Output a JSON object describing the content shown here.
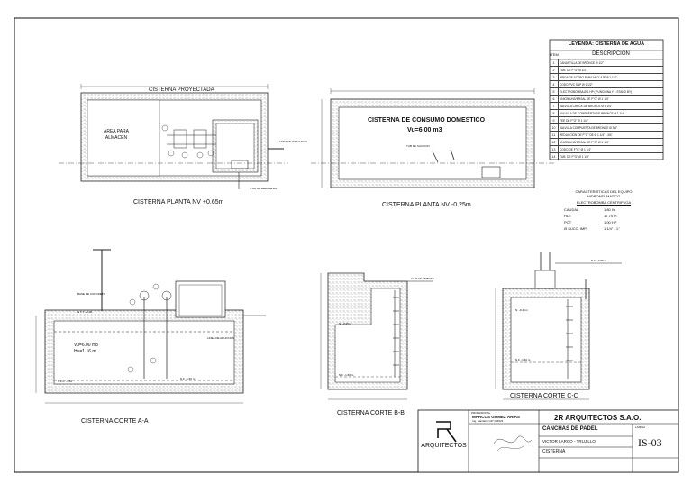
{
  "drawings": {
    "plan_a": {
      "title": "CISTERNA PLANTA NV +0.65m",
      "heading": "CISTERNA PROYECTADA",
      "area_label": "AREA PARA ALMACEN"
    },
    "plan_b": {
      "title": "CISTERNA PLANTA NV -0.25m",
      "heading": "CISTERNA DE CONSUMO DOMESTICO",
      "volume": "Vu=6.00 m3",
      "note": "TUB DE SUCCION"
    },
    "section_aa": {
      "title": "CISTERNA CORTE A-A",
      "volume": "Vu=6.00 m3",
      "height": "Hu=1.16 m"
    },
    "section_bb": {
      "title": "CISTERNA CORTE B-B"
    },
    "section_cc": {
      "title": "CISTERNA CORTE C-C"
    }
  },
  "legend": {
    "title": "LEYENDA: CISTERNA DE AGUA",
    "col_item": "ITEM",
    "col_desc": "DESCRIPCION",
    "items": [
      {
        "n": "1",
        "d": "CANASTILLA DE BRONCE Ø 1/2\""
      },
      {
        "n": "2",
        "d": "TUB. DE F°G° Ø 1/2\""
      },
      {
        "n": "3",
        "d": "BRIDA DE ACERO PARA ANCLAJE Ø 1 1/2\""
      },
      {
        "n": "4",
        "d": "CODO PVC SAP Ø 1 1/2\""
      },
      {
        "n": "5",
        "d": "ELECTROBOMBA Ø 1 HP ( FUNCIONA Y 1 STAND BY)"
      },
      {
        "n": "6",
        "d": "UNION UNIVERSAL DE F°G° Ø 1 1/4\""
      },
      {
        "n": "7",
        "d": "VALVULA CHECK DE BRONCE Ø 1 1/4\""
      },
      {
        "n": "8",
        "d": "VALVULA DE COMPUERTA DE BRONCE Ø 1 1/4\""
      },
      {
        "n": "9",
        "d": "TEE DE F°G° Ø 1 1/4\""
      },
      {
        "n": "10",
        "d": "VALVULA COMPUERTA DE BRONCE Ø 3/4\""
      },
      {
        "n": "11",
        "d": "REDUCCION DE F°G° DE Ø 1 1/4\" - 3/4\""
      },
      {
        "n": "12",
        "d": "UNION UNIVERSAL DE F°G° Ø 1 1/4\""
      },
      {
        "n": "13",
        "d": "CODO DE F°G° Ø 1 1/4\""
      },
      {
        "n": "14",
        "d": "TUB. DE F°G° Ø 1 1/4\""
      }
    ]
  },
  "pump_specs": {
    "title": "CARACTERISTICAS DEL EQUIPO HIDRONEUMATICO",
    "subtitle": "ELECTROBOMBA CENTRIFUGA",
    "rows": [
      {
        "k": "CAUDAL",
        "v": "1.80 l/s"
      },
      {
        "k": "HDT",
        "v": "17.74 m"
      },
      {
        "k": "POT",
        "v": "1.00 HP"
      },
      {
        "k": "Ø SUCC. IMP.",
        "v": "1 1/4\" - 1\""
      }
    ]
  },
  "title_block": {
    "logo_text": "ARQUITECTOS",
    "firm_label": "PROFESIONAL",
    "firm": "2R ARQUITECTOS S.A.O.",
    "professional": "MARCOS GOMEZ ARIAS",
    "professional_sub": "Ing. Sanitario CIP 142923",
    "project": "CANCHAS DE PADEL",
    "location": "VICTOR LARCO - TRUJILLO",
    "drawing": "CISTERNA",
    "sheet_label": "LAMINA",
    "sheet": "IS-03"
  }
}
